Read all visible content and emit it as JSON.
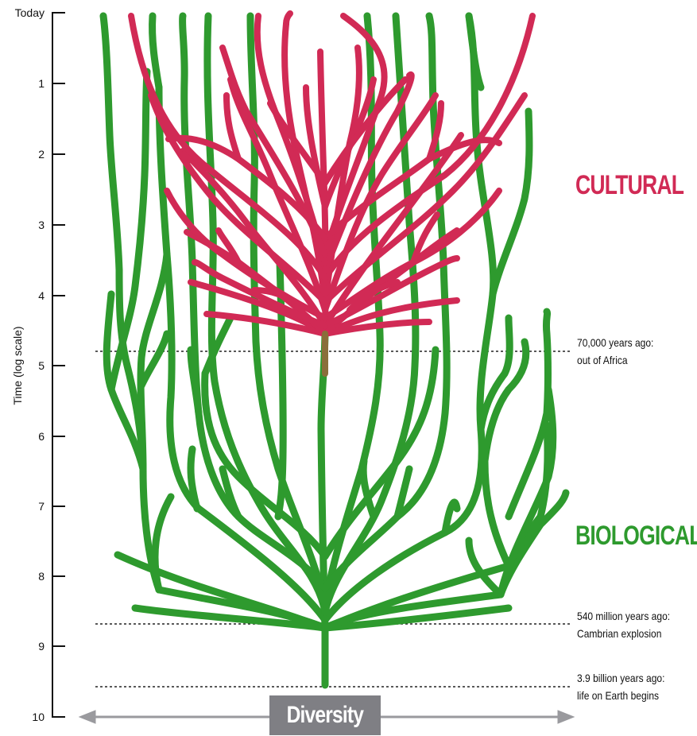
{
  "axis": {
    "title": "Time (log scale)",
    "ticks": [
      "Today",
      "1",
      "2",
      "3",
      "4",
      "5",
      "6",
      "7",
      "8",
      "9",
      "10"
    ]
  },
  "labels": {
    "cultural": "CULTURAL",
    "biological": "BIOLOGICAL",
    "diversity": "Diversity"
  },
  "events": [
    {
      "line1": "70,000 years ago:",
      "line2": "out of Africa"
    },
    {
      "line1": "540 million years ago:",
      "line2": "Cambrian explosion"
    },
    {
      "line1": "3.9 billion years ago:",
      "line2": "life on Earth begins"
    }
  ],
  "colors": {
    "cultural": "#d12a55",
    "biological": "#2e9a2e",
    "axis": "#111111",
    "arrow": "#9a9a9e",
    "diversity_box": "#7f7f84"
  }
}
